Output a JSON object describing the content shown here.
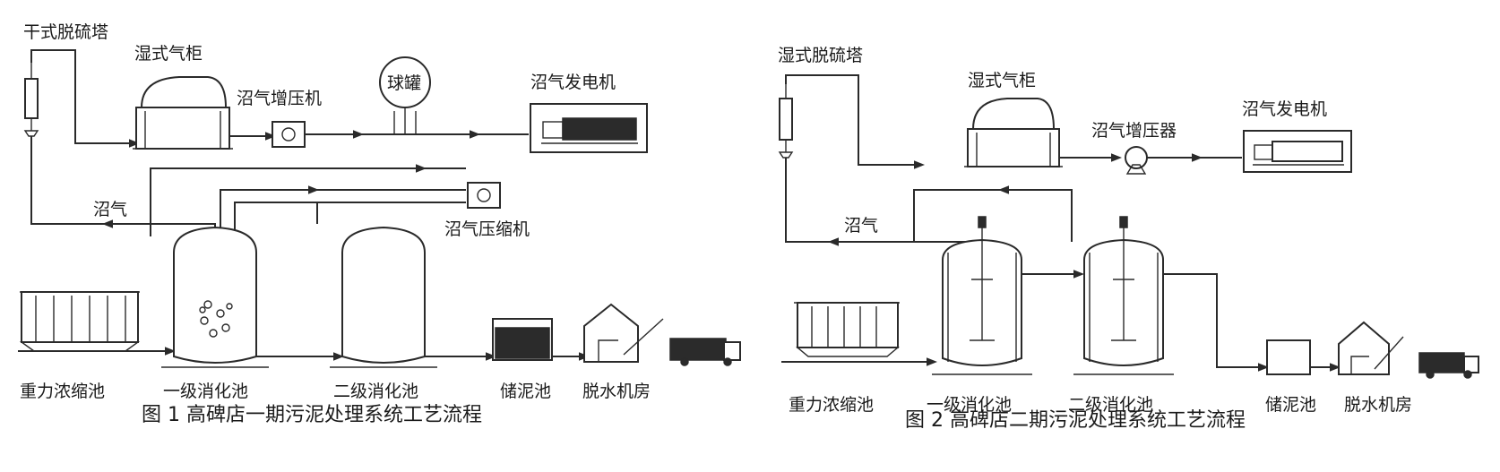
{
  "figure1": {
    "caption": "图 1   高碑店一期污泥处理系统工艺流程",
    "labels": {
      "dry_desulfurization_tower": "干式脱硫塔",
      "wet_gas_holder": "湿式气柜",
      "biogas_booster": "沼气增压机",
      "sphere_tank": "球罐",
      "biogas_generator": "沼气发电机",
      "biogas": "沼气",
      "biogas_compressor": "沼气压缩机",
      "gravity_thickener": "重力浓缩池",
      "primary_digester": "一级消化池",
      "secondary_digester": "二级消化池",
      "sludge_storage": "储泥池",
      "dewatering_room": "脱水机房"
    }
  },
  "figure2": {
    "caption": "图 2   高碑店二期污泥处理系统工艺流程",
    "labels": {
      "wet_desulfurization_tower": "湿式脱硫塔",
      "wet_gas_holder": "湿式气柜",
      "biogas_booster": "沼气增压器",
      "biogas_generator": "沼气发电机",
      "biogas": "沼气",
      "gravity_thickener": "重力浓缩池",
      "primary_digester": "一级消化池",
      "secondary_digester": "二级消化池",
      "sludge_storage": "储泥池",
      "dewatering_room": "脱水机房"
    }
  }
}
